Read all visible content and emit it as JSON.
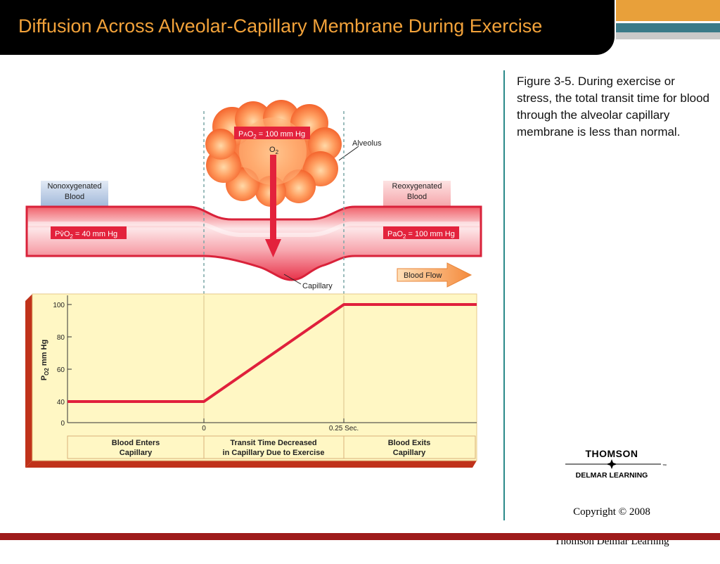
{
  "slide": {
    "title": "Diffusion Across Alveolar-Capillary Membrane During Exercise",
    "caption": "Figure 3-5.  During exercise or stress, the total transit time for blood through the alveolar capillary membrane is less than normal.",
    "copyright_line1": "Copyright © 2008",
    "copyright_line2": "Thomson Delmar Learning",
    "logo": {
      "name": "THOMSON",
      "sub": "DELMAR LEARNING",
      "tm": "™"
    }
  },
  "figure": {
    "nonoxygenated_line1": "Nonoxygenated",
    "nonoxygenated_line2": "Blood",
    "reoxygenated_line1": "Reoxygenated",
    "reoxygenated_line2": "Blood",
    "pao2_alveolar": {
      "prefix": "P",
      "sub1": "A",
      "mid": "O",
      "sub2": "2",
      "suffix": " = 100 mm Hg"
    },
    "o2_label": {
      "main": "O",
      "sub": "2"
    },
    "alveolus": "Alveolus",
    "capillary": "Capillary",
    "pvo2": {
      "prefix": "Pv̄",
      "mid": "O",
      "sub": "2",
      "suffix": " = 40 mm Hg"
    },
    "pao2_arterial": {
      "prefix": "Pa",
      "mid": "O",
      "sub": "2",
      "suffix": " = 100 mm Hg"
    },
    "blood_flow": "Blood Flow",
    "phases": [
      {
        "line1": "Blood Enters",
        "line2": "Capillary"
      },
      {
        "line1": "Transit Time Decreased",
        "line2": "in Capillary Due to Exercise"
      },
      {
        "line1": "Blood Exits",
        "line2": "Capillary"
      }
    ]
  },
  "chart_data": {
    "type": "line",
    "ylabel": {
      "main": "P",
      "sub": "O2",
      "suffix": " mm Hg"
    },
    "yticks": [
      "100",
      "80",
      "60",
      "40",
      "0"
    ],
    "xticks": [
      "0",
      "0.25 Sec."
    ],
    "series": [
      {
        "x": [
          "start",
          0,
          0.25,
          "end"
        ],
        "y": [
          40,
          40,
          100,
          100
        ]
      }
    ],
    "colors": {
      "line": "#e0203c",
      "background": "#fff7c4",
      "frame": "#c0321a"
    }
  }
}
